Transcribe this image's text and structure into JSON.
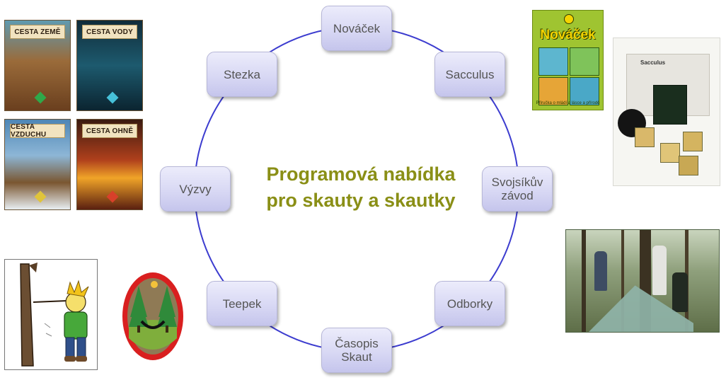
{
  "diagram": {
    "title_lines": [
      "Programová nabídka",
      "pro skauty a skautky"
    ],
    "nodes": [
      {
        "id": "novacek",
        "label": "Nováček"
      },
      {
        "id": "sacculus",
        "label": "Sacculus"
      },
      {
        "id": "svojsikuv",
        "label": "Svojsíkův\nzávod"
      },
      {
        "id": "odborky",
        "label": "Odborky"
      },
      {
        "id": "casopis",
        "label": "Časopis\nSkaut"
      },
      {
        "id": "teepek",
        "label": "Teepek"
      },
      {
        "id": "vyzvy",
        "label": "Výzvy"
      },
      {
        "id": "stezka",
        "label": "Stezka"
      }
    ]
  },
  "images": {
    "covers": [
      {
        "title": "CESTA ZEMĚ",
        "gem_color": "#2fa84a"
      },
      {
        "title": "CESTA VODY",
        "gem_color": "#46c0d8"
      },
      {
        "title": "CESTA VZDUCHU",
        "gem_color": "#e0c43a"
      },
      {
        "title": "CESTA OHNĚ",
        "gem_color": "#d8402a"
      }
    ],
    "novacek_book": {
      "title": "Nováček",
      "subtitle": "Příručka o mládí a lásce a přírodě"
    },
    "sacculus_box": {
      "title": "Sacculus"
    }
  },
  "colors": {
    "title": "#8a8f16",
    "ring": "#3c3ccf",
    "node_text": "#555555"
  }
}
